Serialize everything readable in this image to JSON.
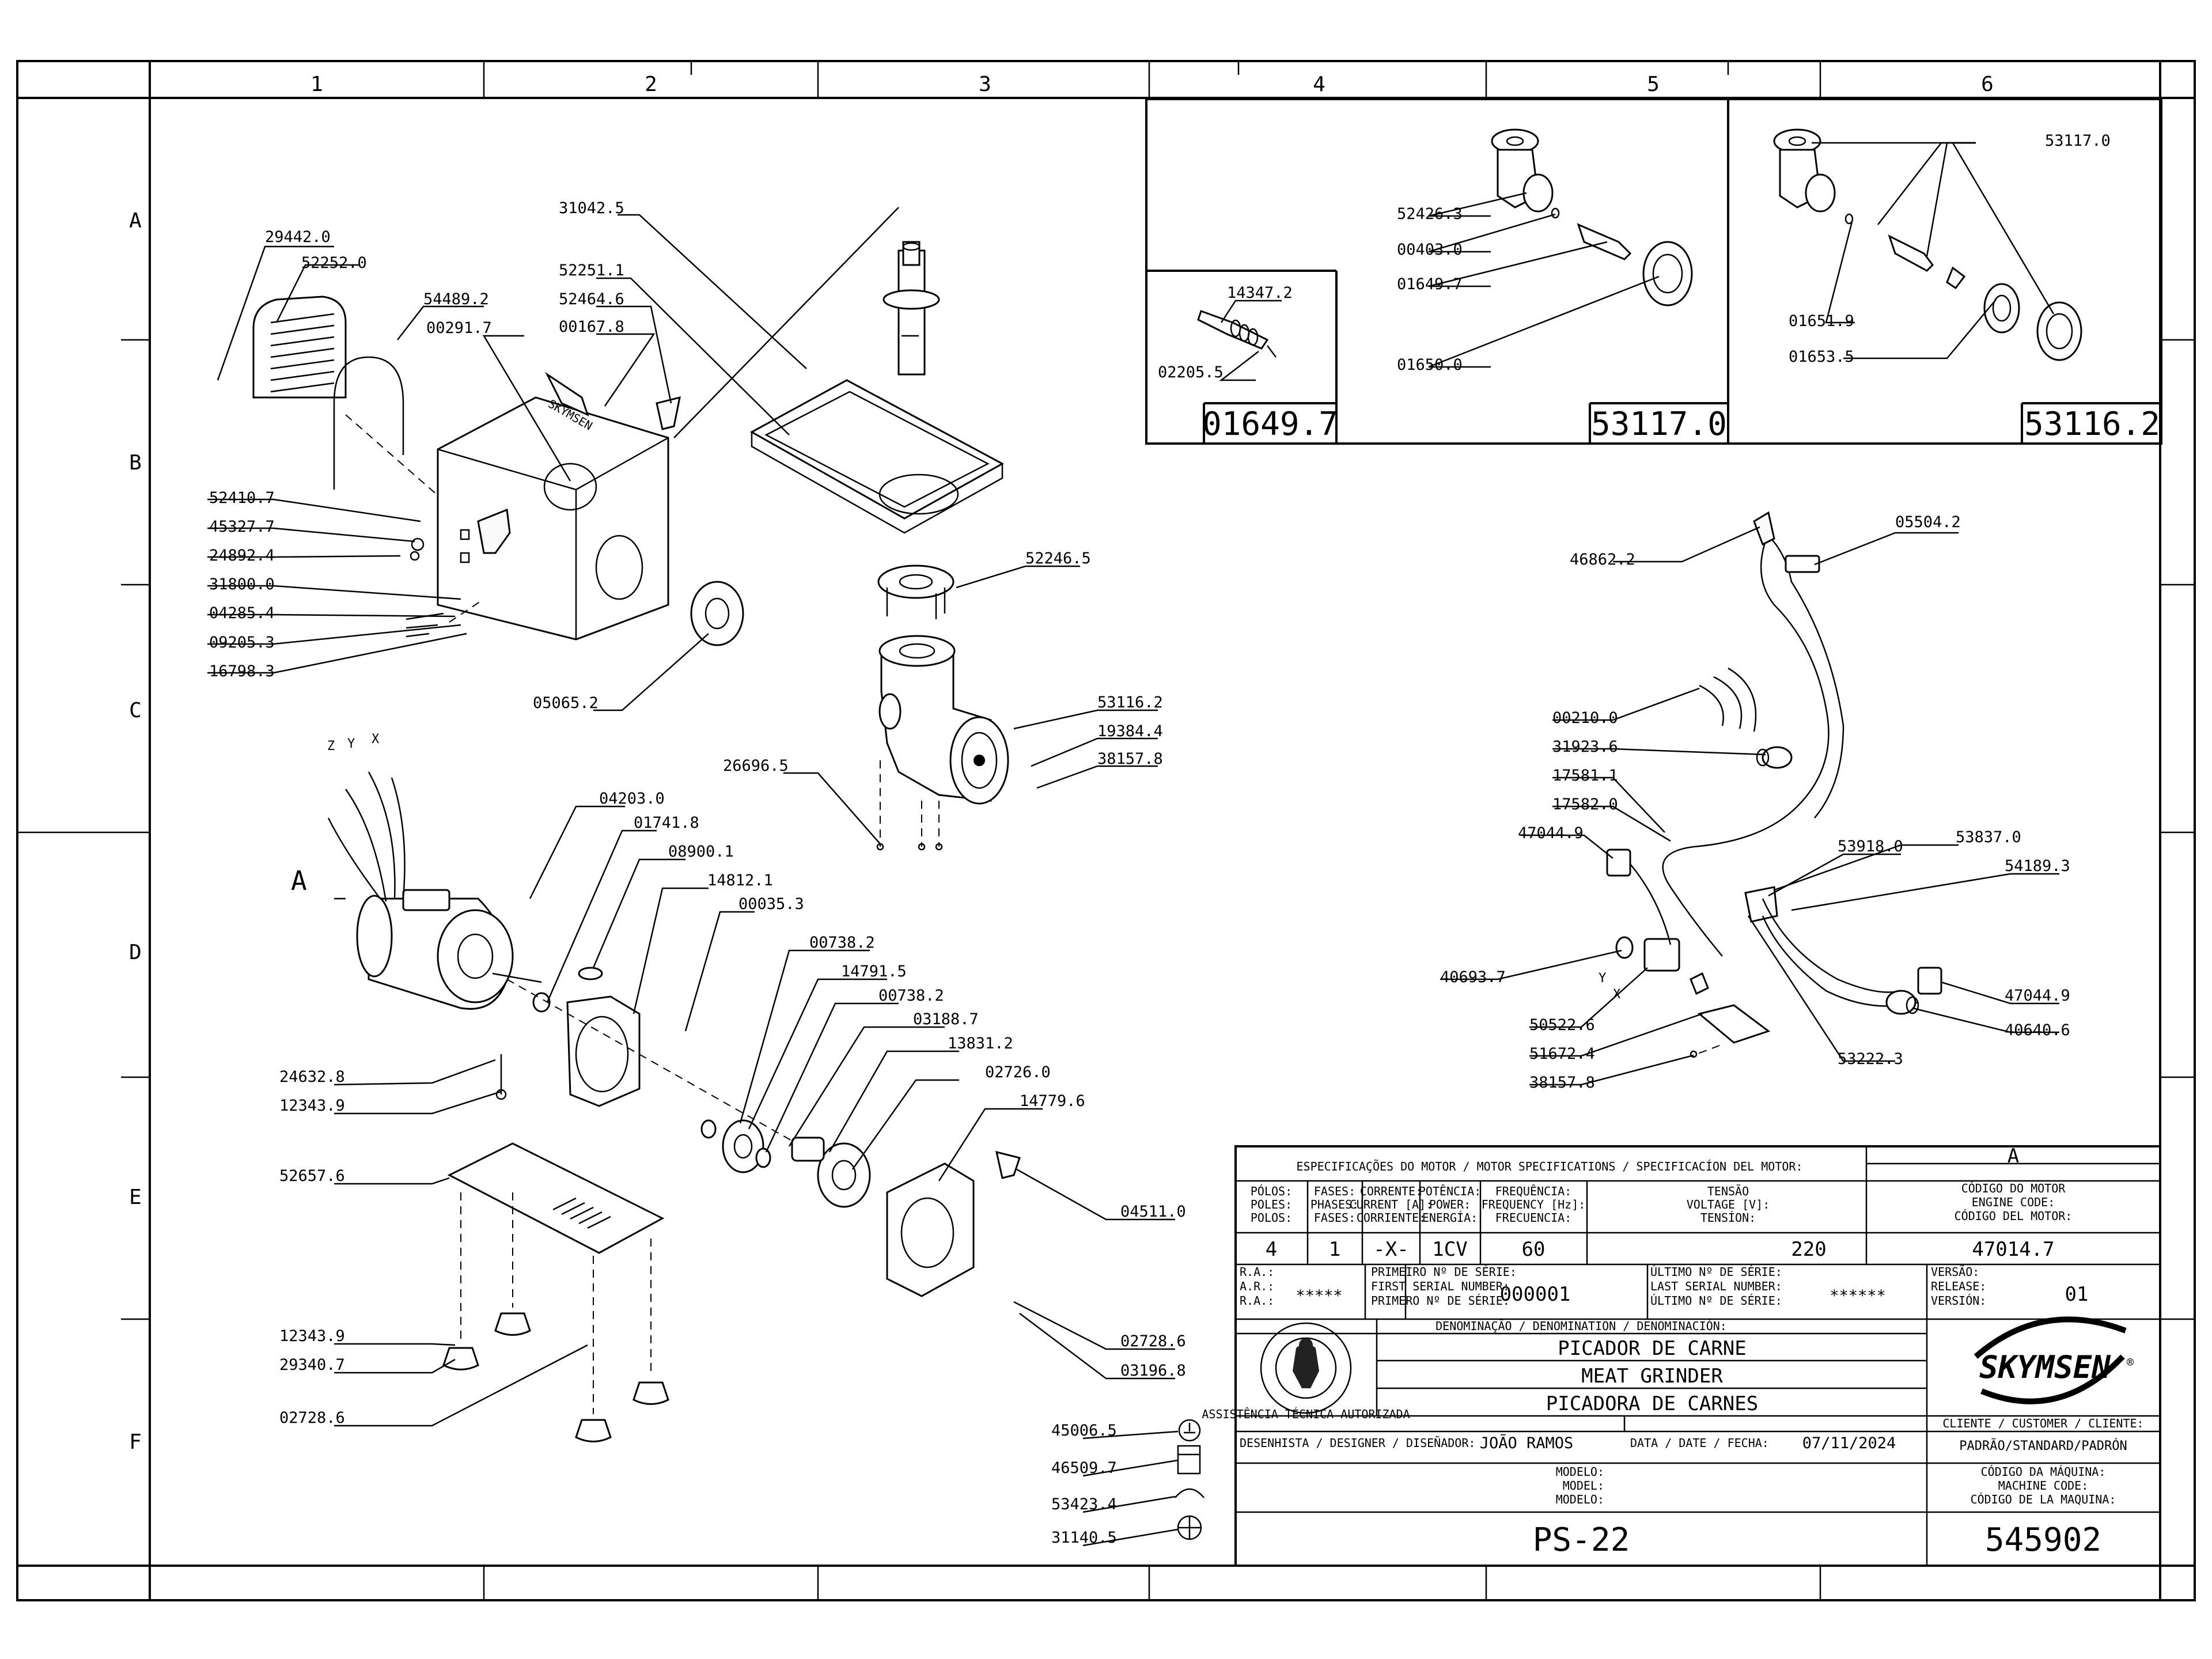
{
  "grid": {
    "columns": [
      "1",
      "2",
      "3",
      "4",
      "5",
      "6"
    ],
    "rows": [
      "A",
      "B",
      "C",
      "D",
      "E",
      "F"
    ]
  },
  "callouts": {
    "p29442_0": "29442.0",
    "p52252_0": "52252.0",
    "p54489_2": "54489.2",
    "p00291_7": "00291.7",
    "p31042_5": "31042.5",
    "p52251_1": "52251.1",
    "p52464_6": "52464.6",
    "p00167_8": "00167.8",
    "p52410_7": "52410.7",
    "p45327_7": "45327.7",
    "p24892_4": "24892.4",
    "p31800_0": "31800.0",
    "p04285_4": "04285.4",
    "p09205_3": "09205.3",
    "p16798_3": "16798.3",
    "p05065_2": "05065.2",
    "p52246_5": "52246.5",
    "p53116_2": "53116.2",
    "p19384_4": "19384.4",
    "p38157_8a": "38157.8",
    "p26696_5": "26696.5",
    "motor_letter": "A",
    "motor_z": "Z",
    "motor_y": "Y",
    "motor_x": "X",
    "p04203_0": "04203.0",
    "p01741_8": "01741.8",
    "p08900_1": "08900.1",
    "p14812_1": "14812.1",
    "p00035_3": "00035.3",
    "p00738_2a": "00738.2",
    "p14791_5": "14791.5",
    "p00738_2b": "00738.2",
    "p03188_7": "03188.7",
    "p13831_2": "13831.2",
    "p02726_0": "02726.0",
    "p14779_6": "14779.6",
    "p04511_0": "04511.0",
    "p24632_8": "24632.8",
    "p12343_9a": "12343.9",
    "p52657_6": "52657.6",
    "p12343_9b": "12343.9",
    "p29340_7": "29340.7",
    "p02728_6a": "02728.6",
    "p02728_6b": "02728.6",
    "p03196_8": "03196.8",
    "p45006_5": "45006.5",
    "p46509_7": "46509.7",
    "p53423_4": "53423.4",
    "p31140_5": "31140.5",
    "p14347_2": "14347.2",
    "p02205_5": "02205.5",
    "p52426_3": "52426.3",
    "p00403_0": "00403.0",
    "p01649_7": "01649.7",
    "p01650_0": "01650.0",
    "p53117_0": "53117.0",
    "p01651_9": "01651.9",
    "p01653_5": "01653.5",
    "p46862_2": "46862.2",
    "p05504_2": "05504.2",
    "p00210_0": "00210.0",
    "p31923_6": "31923.6",
    "p17581_1": "17581.1",
    "p17582_0": "17582.0",
    "p47044_9a": "47044.9",
    "p53918_0": "53918.0",
    "p53837_0": "53837.0",
    "p54189_3": "54189.3",
    "p40693_7": "40693.7",
    "p50522_6": "50522.6",
    "p51672_4": "51672.4",
    "p38157_8b": "38157.8",
    "p53222_3": "53222.3",
    "p47044_9b": "47044.9",
    "p40640_6": "40640.6",
    "wire_y": "Y",
    "wire_x": "X",
    "brand_watermark": "SKYMSEN"
  },
  "kits": {
    "kit1_code": "01649.7",
    "kit2_code": "53117.0",
    "kit3_code": "53116.2"
  },
  "title_block": {
    "motor_specs_header": "ESPECIFICAÇÕES DO MOTOR / MOTOR SPECIFICATIONS / SPECIFICACÍON DEL MOTOR:",
    "revision_letter": "A",
    "poles_label": [
      "PÓLOS:",
      "POLES:",
      "POLOS:"
    ],
    "phases_label": [
      "FASES:",
      "PHASES:",
      "FASES:"
    ],
    "current_label": [
      "CORRENTE:",
      "CURRENT [A]:",
      "CORRIENTE:"
    ],
    "power_label": [
      "POTÊNCIA:",
      "POWER:",
      "ENERGÍA:"
    ],
    "frequency_label": [
      "FREQUÊNCIA:",
      "FREQUENCY [Hz]:",
      "FRECUENCIA:"
    ],
    "voltage_label": [
      "TENSÃO",
      "VOLTAGE [V]:",
      "TENSÍON:"
    ],
    "engine_code_label": [
      "CÓDIGO DO MOTOR",
      "ENGINE CODE:",
      "CÓDIGO DEL MOTOR:"
    ],
    "poles": "4",
    "phases": "1",
    "current": "-X-",
    "power": "1CV",
    "frequency": "60",
    "voltage": "220",
    "engine_code": "47014.7",
    "ra_label": [
      "R.A.:",
      "A.R.:",
      "R.A.:"
    ],
    "ra_value": "*****",
    "first_serial_label": [
      "PRIMEIRO Nº DE SÉRIE:",
      "FIRST SERIAL NUMBER:",
      "PRIMERO Nº DE SÉRIE:"
    ],
    "first_serial": "000001",
    "last_serial_label": [
      "ÚLTIMO Nº DE SÉRIE:",
      "LAST SERIAL NUMBER:",
      "ÚLTIMO Nº DE SÉRIE:"
    ],
    "last_serial": "******",
    "release_label": [
      "VERSÃO:",
      "RELEASE:",
      "VERSIÓN:"
    ],
    "release": "01",
    "denomination_label": "DENOMINAÇÃO / DENOMINATION / DENOMINACIÓN:",
    "name_pt": "PICADOR DE CARNE",
    "name_en": "MEAT GRINDER",
    "name_es": "PICADORA DE CARNES",
    "seal_text": "ASSISTÊNCIA TÉCNICA AUTORIZADA",
    "brand": "SKYMSEN",
    "brand_tm": "®",
    "customer_label": "CLIENTE / CUSTOMER / CLIENTE:",
    "customer": "PADRÃO/STANDARD/PADRÓN",
    "designer_label": "DESENHISTA / DESIGNER / DISEÑADOR:",
    "designer": "JOÃO RAMOS",
    "date_label": "DATA / DATE / FECHA:",
    "date": "07/11/2024",
    "model_label": [
      "MODELO:",
      "MODEL:",
      "MODELO:"
    ],
    "model": "PS-22",
    "machine_code_label": [
      "CÓDIGO DA MÁQUINA:",
      "MACHINE CODE:",
      "CÓDIGO DE LA MAQUINA:"
    ],
    "machine_code": "545902"
  }
}
